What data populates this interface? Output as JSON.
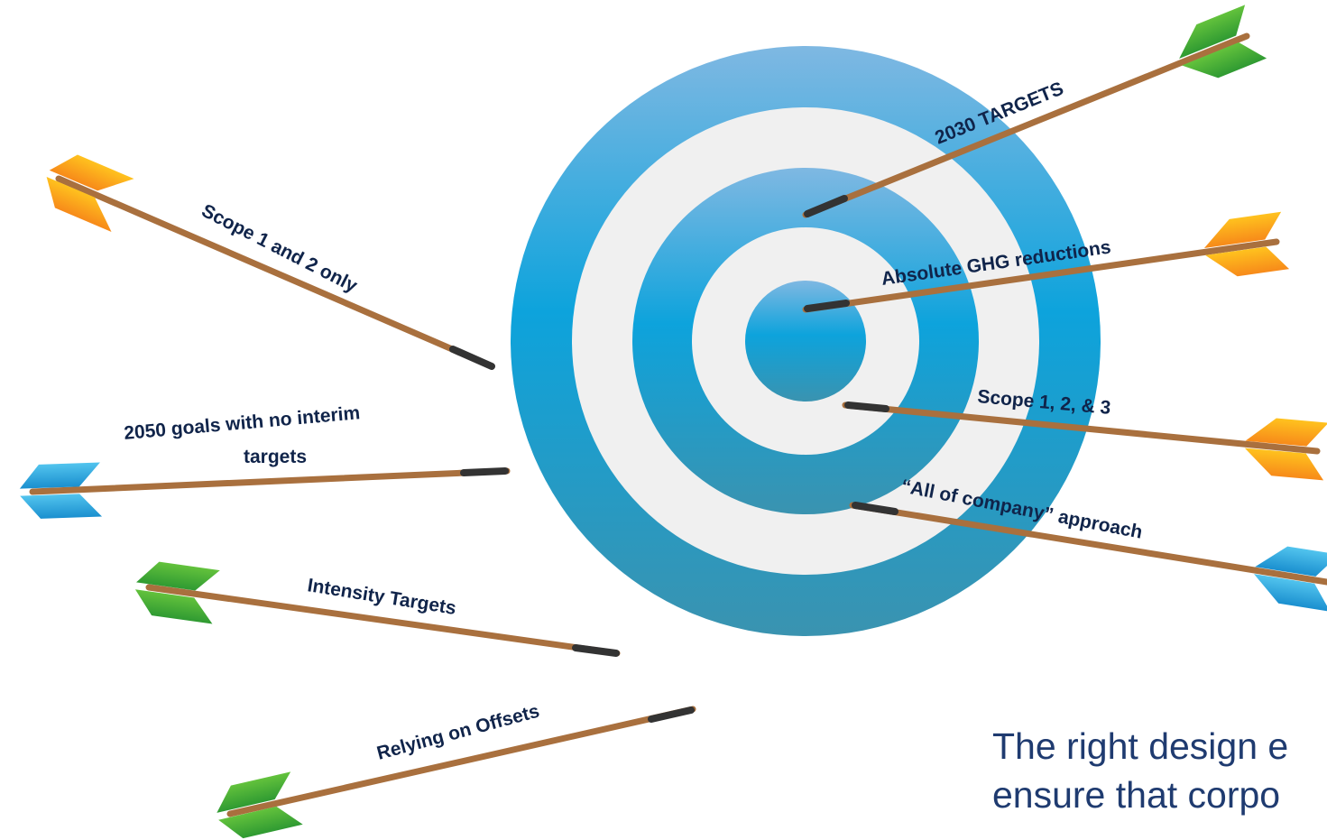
{
  "colors": {
    "ring_blue_top": "#7fb8e2",
    "ring_blue_mid": "#0da3dc",
    "ring_blue_bottom": "#3a93b0",
    "ring_white": "#f0f0f0",
    "shaft": "#a9703e",
    "arrow_tip": "#333333",
    "label_text": "#10244a",
    "caption_text": "#1f3b70",
    "fletch_orange": "#f7a11a",
    "fletch_green": "#3faa35",
    "fletch_blue": "#2db1e6"
  },
  "arrows_hit": [
    {
      "label": "2030 TARGETS",
      "fletching_color": "green",
      "fletching_icon": "fletching-icon"
    },
    {
      "label": "Absolute GHG reductions",
      "fletching_color": "orange",
      "fletching_icon": "fletching-icon"
    },
    {
      "label": "Scope 1, 2, & 3",
      "fletching_color": "orange",
      "fletching_icon": "fletching-icon"
    },
    {
      "label": "“All of company” approach",
      "fletching_color": "blue",
      "fletching_icon": "fletching-icon"
    }
  ],
  "arrows_miss": [
    {
      "label": "Scope 1 and 2 only",
      "fletching_color": "orange",
      "fletching_icon": "fletching-icon"
    },
    {
      "label_line1": "2050 goals with no interim",
      "label_line2": "targets",
      "fletching_color": "blue",
      "fletching_icon": "fletching-icon"
    },
    {
      "label": "Intensity Targets",
      "fletching_color": "green",
      "fletching_icon": "fletching-icon"
    },
    {
      "label": "Relying on Offsets",
      "fletching_color": "green",
      "fletching_icon": "fletching-icon"
    }
  ],
  "caption": {
    "line1": "The right design e",
    "line2": "ensure that corpo"
  }
}
